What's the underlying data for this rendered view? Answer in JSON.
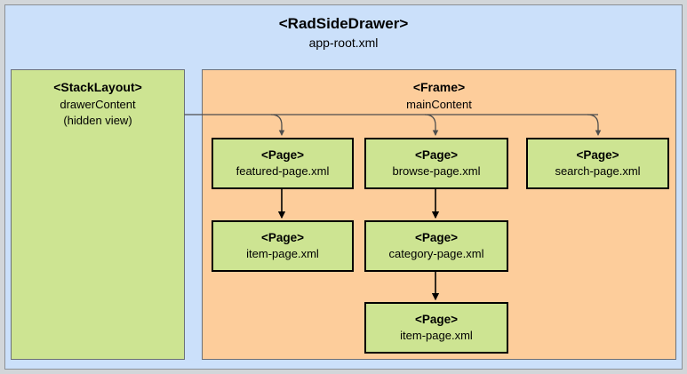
{
  "diagram": {
    "type": "component-hierarchy",
    "root": {
      "title": "<RadSideDrawer>",
      "subtitle": "app-root.xml",
      "fill_color": "#cbe0fa"
    },
    "drawer": {
      "title": "<StackLayout>",
      "subtitle": "drawerContent",
      "note": "(hidden view)",
      "fill_color": "#cde492"
    },
    "frame": {
      "title": "<Frame>",
      "subtitle": "mainContent",
      "fill_color": "#fdcd9b"
    },
    "pages": [
      {
        "id": "featured",
        "title": "<Page>",
        "subtitle": "featured-page.xml"
      },
      {
        "id": "browse",
        "title": "<Page>",
        "subtitle": "browse-page.xml"
      },
      {
        "id": "search",
        "title": "<Page>",
        "subtitle": "search-page.xml"
      },
      {
        "id": "item1",
        "title": "<Page>",
        "subtitle": "item-page.xml"
      },
      {
        "id": "category",
        "title": "<Page>",
        "subtitle": "category-page.xml"
      },
      {
        "id": "item2",
        "title": "<Page>",
        "subtitle": "item-page.xml"
      }
    ],
    "page_fill_color": "#cde492",
    "connector_colors": {
      "navigation_arrow": "#000000",
      "frame_entry_arrow": "#4d4d4d"
    },
    "canvas_background": "#d2d6d9"
  }
}
